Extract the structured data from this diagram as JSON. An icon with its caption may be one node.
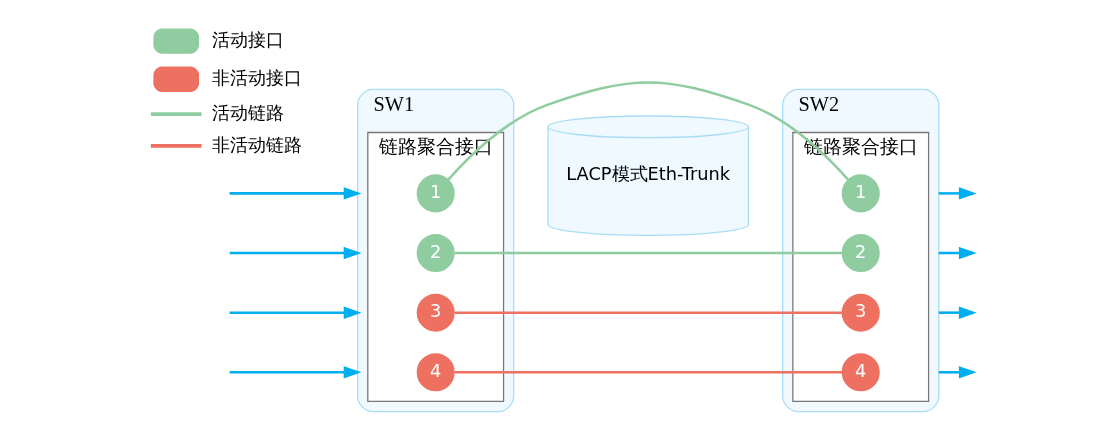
{
  "diagram": {
    "nodes": [
      {
        "text": [
          "SW1"
        ]
      },
      {
        "text": [
          "链路聚合接口"
        ],
        "in": 0
      },
      {
        "text": [
          "1"
        ],
        "in": 1
      },
      {
        "text": [
          "2"
        ],
        "in": 1
      },
      {
        "text": [
          "3"
        ],
        "in": 1
      },
      {
        "text": [
          "4"
        ],
        "in": 1
      },
      {
        "text": [
          "SW2"
        ]
      },
      {
        "text": [
          "链路聚合接口"
        ],
        "in": 6
      },
      {
        "text": [
          "1"
        ],
        "in": 7
      },
      {
        "text": [
          "2"
        ],
        "in": 7
      },
      {
        "text": [
          "3"
        ],
        "in": 7
      },
      {
        "text": [
          "4"
        ],
        "in": 7
      },
      {
        "text": [
          "LACP模式Eth-Trunk"
        ]
      }
    ],
    "edges": [
      {
        "from": 2,
        "to": 8,
        "arrow": "none",
        "color": "#8fcca0"
      },
      {
        "from": 3,
        "to": 9,
        "arrow": "none",
        "color": "#8fcca0"
      },
      {
        "from": 4,
        "to": 10,
        "arrow": "none",
        "color": "#ee7060"
      },
      {
        "from": 5,
        "to": 11,
        "arrow": "none",
        "color": "#ee7060"
      },
      {
        "from": null,
        "to": 0,
        "arrow": "to",
        "color": "#00aeef"
      },
      {
        "from": null,
        "to": 0,
        "arrow": "to",
        "color": "#00aeef"
      },
      {
        "from": null,
        "to": 0,
        "arrow": "to",
        "color": "#00aeef"
      },
      {
        "from": null,
        "to": 0,
        "arrow": "to",
        "color": "#00aeef"
      },
      {
        "from": 6,
        "to": null,
        "arrow": "to",
        "color": "#00aeef"
      },
      {
        "from": 6,
        "to": null,
        "arrow": "to",
        "color": "#00aeef"
      },
      {
        "from": 6,
        "to": null,
        "arrow": "to",
        "color": "#00aeef"
      },
      {
        "from": 6,
        "to": null,
        "arrow": "to",
        "color": "#00aeef"
      }
    ],
    "legend": [
      {
        "text": "活动接口",
        "color": "#8fcca0"
      },
      {
        "text": "非活动接口",
        "color": "#ee7060"
      },
      {
        "text": "活动链路"
      },
      {
        "text": "非活动链路"
      }
    ]
  }
}
